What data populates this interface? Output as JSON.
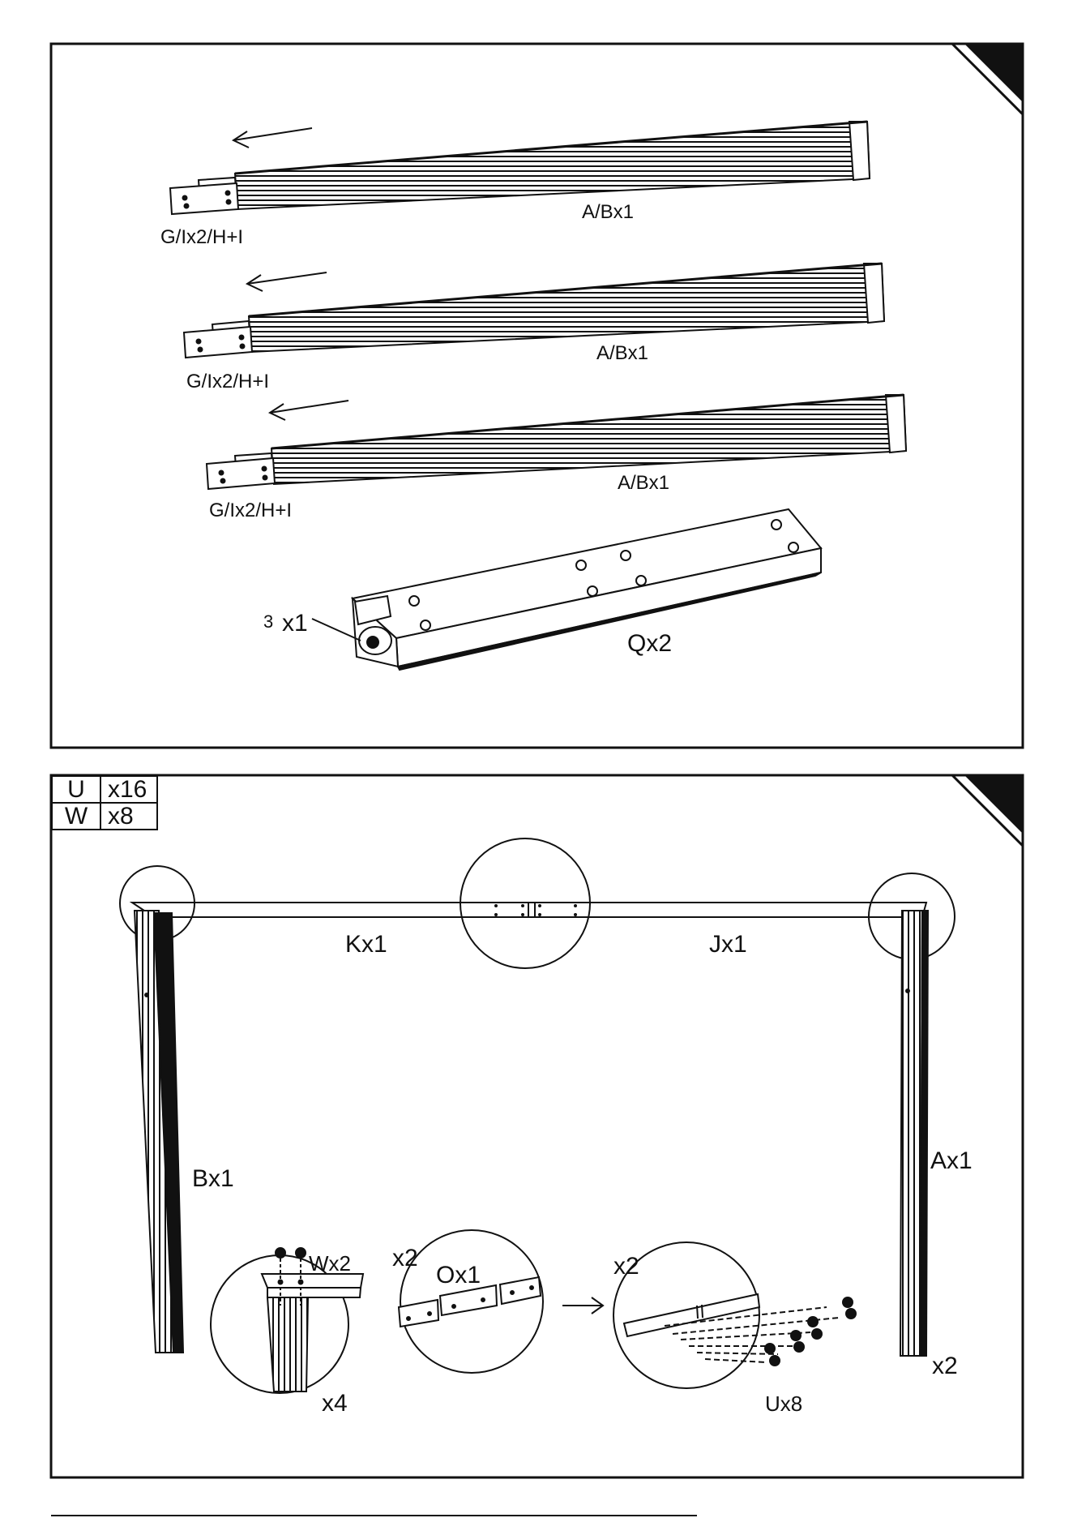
{
  "panel1": {
    "rails": [
      {
        "label": "A/Bx1",
        "insert_label": "G/Ix2/H+I"
      },
      {
        "label": "A/Bx1",
        "insert_label": "G/Ix2/H+I"
      },
      {
        "label": "A/Bx1",
        "insert_label": "G/Ix2/H+I"
      }
    ],
    "beam_label": "Qx2",
    "fitting_number": "3",
    "fitting_qty": "x1"
  },
  "panel2": {
    "parts_table": [
      {
        "part": "U",
        "qty": "x16"
      },
      {
        "part": "W",
        "qty": "x8"
      }
    ],
    "labels": {
      "k": "Kx1",
      "j": "Jx1",
      "b": "Bx1",
      "a": "Ax1",
      "repeat_right": "x2",
      "detail1_screw": "Wx2",
      "detail1_qty": "x4",
      "detail2_repeat": "x2",
      "detail2_part": "Ox1",
      "detail3_repeat": "x2",
      "detail3_screw": "Ux8"
    }
  }
}
